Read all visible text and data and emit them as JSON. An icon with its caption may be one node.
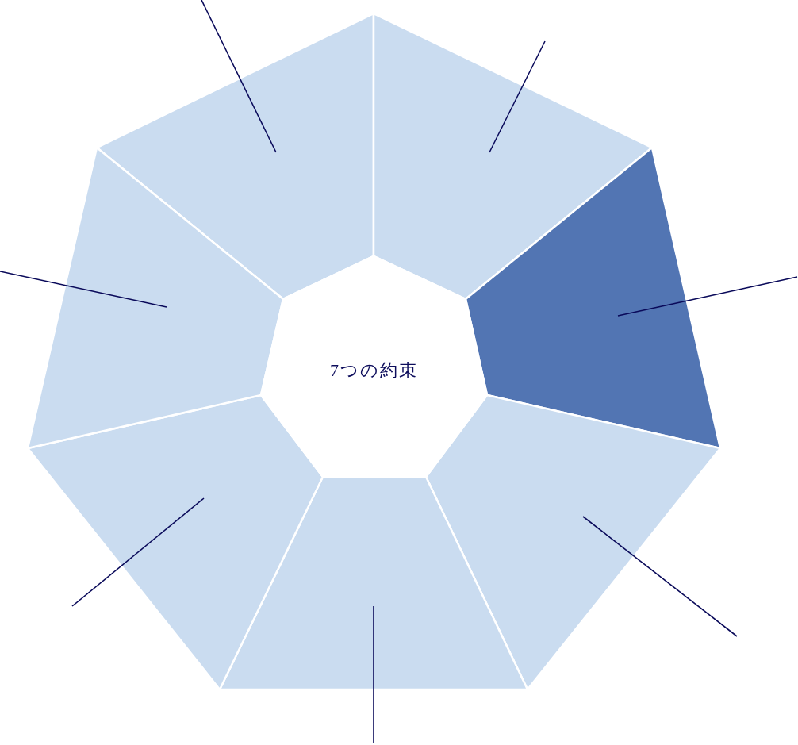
{
  "diagram": {
    "nodes": [
      {
        "text": [
          "7つの約束"
        ]
      },
      {
        "text": [],
        "shape": "box"
      },
      {
        "text": [],
        "shape": "box"
      },
      {
        "text": [],
        "shape": "box"
      },
      {
        "text": [],
        "shape": "box"
      },
      {
        "text": [],
        "shape": "box"
      },
      {
        "text": [],
        "shape": "box"
      },
      {
        "text": [],
        "shape": "box"
      }
    ],
    "edges": [
      {
        "from": null,
        "to": 1,
        "arrow": "none"
      },
      {
        "from": null,
        "to": 2,
        "arrow": "none"
      },
      {
        "from": null,
        "to": 3,
        "arrow": "none"
      },
      {
        "from": null,
        "to": 4,
        "arrow": "none"
      },
      {
        "from": null,
        "to": 5,
        "arrow": "none"
      },
      {
        "from": null,
        "to": 6,
        "arrow": "none"
      },
      {
        "from": null,
        "to": 7,
        "arrow": "none"
      }
    ]
  }
}
